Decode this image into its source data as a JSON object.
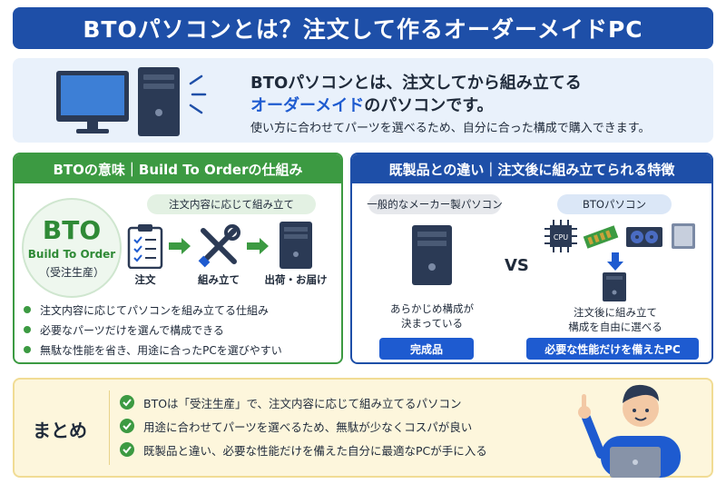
{
  "title": "BTOパソコンとは？注文して作るオーダーメイドPC",
  "intro": {
    "line1": "BTOパソコンとは、注文してから組み立てる",
    "line2_highlight": "オーダーメイド",
    "line2_rest": "のパソコンです。",
    "line3": "使い方に合わせてパーツを選べるため、自分に合った構成で購入できます。"
  },
  "left_panel": {
    "header": "BTOの意味｜Build To Orderの仕組み",
    "badge_main": "BTO",
    "badge_sub": "Build To Order",
    "badge_note": "（受注生産）",
    "flow_label": "注文内容に応じて組み立て",
    "steps": [
      "注文",
      "組み立て",
      "出荷・お届け"
    ],
    "bullets": [
      "注文内容に応じてパソコンを組み立てる仕組み",
      "必要なパーツだけを選んで構成できる",
      "無駄な性能を省き、用途に合ったPCを選びやすい"
    ]
  },
  "right_panel": {
    "header": "既製品との違い｜注文後に組み立てられる特徴",
    "general_label": "一般的なメーカー製パソコン",
    "general_desc": "あらかじめ構成が\n決まっている",
    "general_tag": "完成品",
    "vs": "VS",
    "bto_label": "BTOパソコン",
    "cpu_text": "CPU",
    "bto_desc": "注文後に組み立て\n構成を自由に選べる",
    "bto_tag": "必要な性能だけを備えたPC"
  },
  "summary": {
    "label": "まとめ",
    "items": [
      "BTOは「受注生産」で、注文内容に応じて組み立てるパソコン",
      "用途に合わせてパーツを選べるため、無駄が少なくコスパが良い",
      "既製品と違い、必要な性能だけを備えた自分に最適なPCが手に入る"
    ]
  },
  "colors": {
    "title_blue": "#1e4fa8",
    "accent_green": "#3c9a42",
    "highlight_blue": "#1e5bd0",
    "summary_bg": "#fdf6dc"
  }
}
